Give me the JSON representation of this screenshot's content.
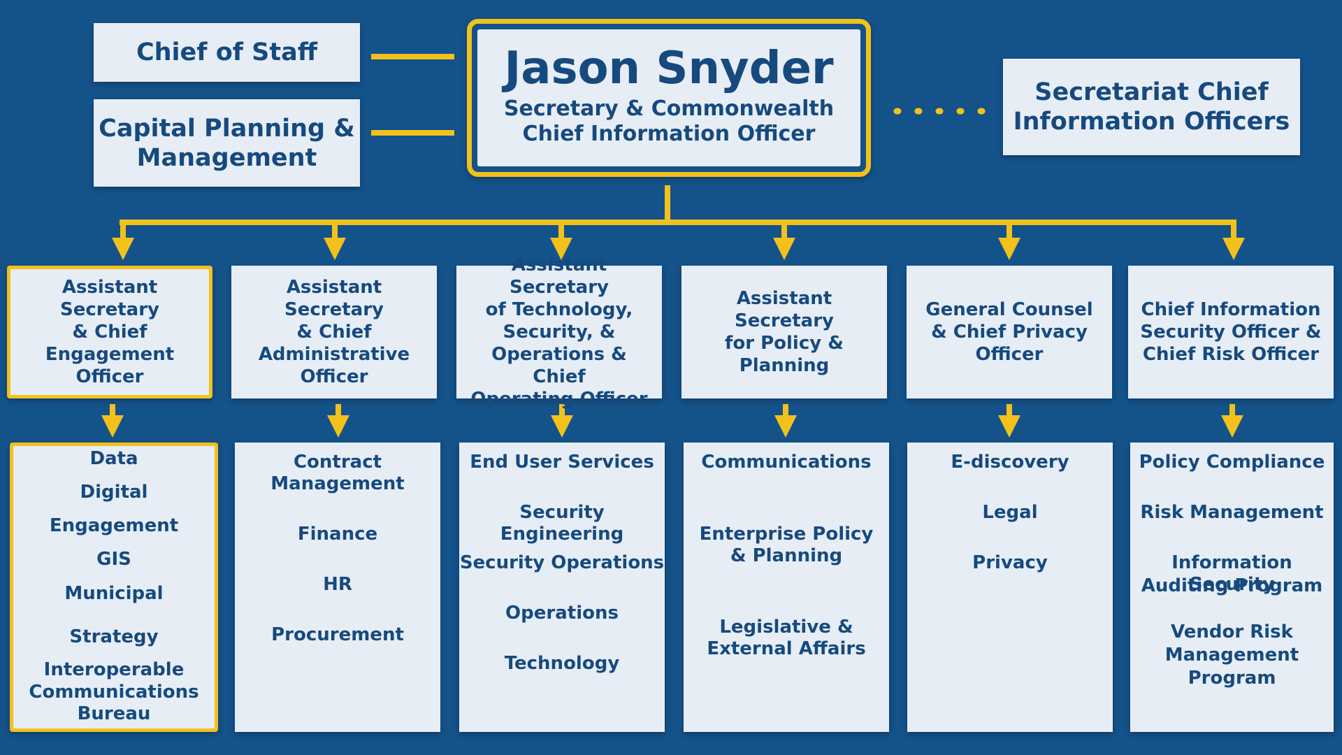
{
  "leader": {
    "name": "Jason Snyder",
    "title_line1": "Secretary & Commonwealth",
    "title_line2": "Chief Information Officer"
  },
  "staff": {
    "chief_of_staff": "Chief of Staff",
    "capital_planning_line1": "Capital Planning &",
    "capital_planning_line2": "Management"
  },
  "secretariat": {
    "line1": "Secretariat Chief",
    "line2": "Information Officers"
  },
  "columns": [
    {
      "head": [
        "Assistant Secretary",
        "& Chief",
        "Engagement",
        "Officer"
      ],
      "items": [
        "Data",
        "Digital",
        "Engagement",
        "GIS",
        "Municipal",
        "Strategy",
        "Interoperable",
        "Communications",
        "Bureau"
      ]
    },
    {
      "head": [
        "Assistant Secretary",
        "& Chief",
        "Administrative",
        "Officer"
      ],
      "items": [
        "Contract",
        "Management",
        "Finance",
        "HR",
        "Procurement"
      ]
    },
    {
      "head": [
        "Assistant Secretary",
        "of Technology,",
        "Security, &",
        "Operations & Chief",
        "Operating Officer"
      ],
      "items": [
        "End User Services",
        "Security Engineering",
        "Security Operations",
        "Operations",
        "Technology"
      ]
    },
    {
      "head": [
        "Assistant Secretary",
        "for Policy &",
        "Planning"
      ],
      "items": [
        "Communications",
        "Enterprise Policy",
        "& Planning",
        "Legislative &",
        "External Affairs"
      ]
    },
    {
      "head": [
        "General Counsel",
        "& Chief Privacy",
        "Officer"
      ],
      "items": [
        "E-discovery",
        "Legal",
        "Privacy"
      ]
    },
    {
      "head": [
        "Chief Information",
        "Security Officer &",
        "Chief Risk Officer"
      ],
      "items": [
        "Policy Compliance",
        "Risk Management",
        "Information Security",
        "Auditing Program",
        "Vendor Risk",
        "Management",
        "Program"
      ]
    }
  ],
  "colors": {
    "background": "#14528a",
    "box": "#e7edf5",
    "text": "#164a7e",
    "accent": "#f3c11b"
  }
}
